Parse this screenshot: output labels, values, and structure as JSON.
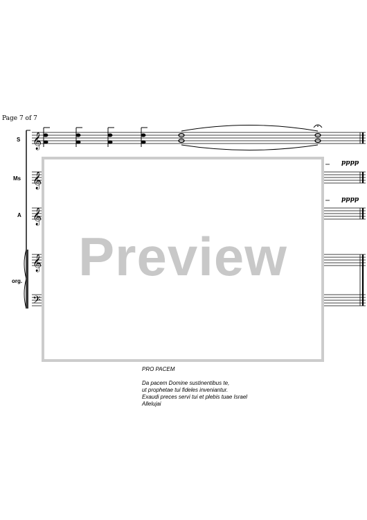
{
  "page": {
    "label": "Page 7 of 7"
  },
  "instruments": {
    "soprano": "S",
    "mezzo": "Ms",
    "alto": "A",
    "organ": "org."
  },
  "dynamics": {
    "ms": "pppp",
    "a": "pppp"
  },
  "preview": {
    "watermark": "Preview"
  },
  "text": {
    "title": "PRO PACEM",
    "lines": [
      "Da pacem Domine sustinentibus te,",
      "ut prophetae tui fideles inveniantur.",
      "Exaudi preces servi tui et plebis tuae Israel",
      "Allelujai"
    ]
  }
}
